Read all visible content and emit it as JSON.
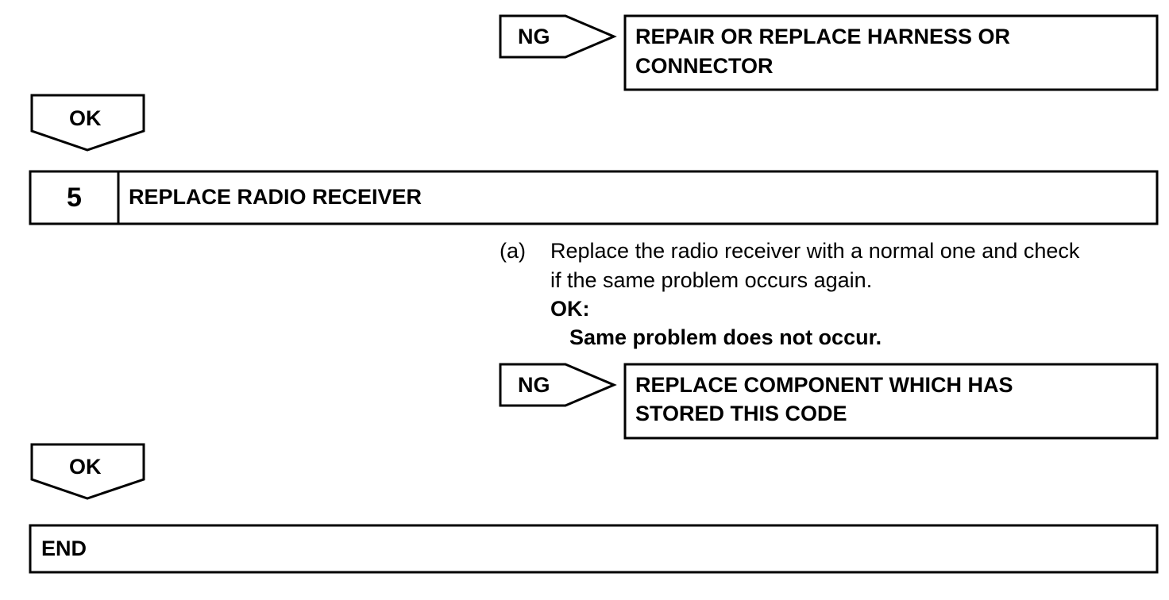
{
  "flow": {
    "ng_1": {
      "label": "NG",
      "target_line1": "REPAIR OR REPLACE HARNESS OR",
      "target_line2": "CONNECTOR"
    },
    "ok_1": {
      "label": "OK"
    },
    "step_5": {
      "number": "5",
      "title": "REPLACE RADIO RECEIVER",
      "instruction": {
        "marker": "(a)",
        "line1": "Replace the radio receiver with a normal one and check",
        "line2": "if the same problem occurs again.",
        "ok_heading": "OK:",
        "ok_text": "Same problem does not occur."
      }
    },
    "ng_2": {
      "label": "NG",
      "target_line1": "REPLACE COMPONENT WHICH HAS",
      "target_line2": "STORED THIS CODE"
    },
    "ok_2": {
      "label": "OK"
    },
    "end": {
      "label": "END"
    }
  },
  "colors": {
    "line": "#000000",
    "background": "#ffffff"
  }
}
